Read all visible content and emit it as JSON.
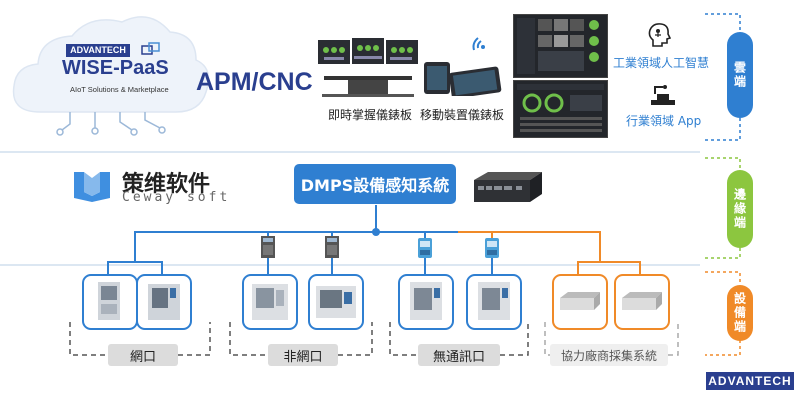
{
  "cloud": {
    "brand_top": "ADVANTECH",
    "brand_main": "WISE-PaaS",
    "brand_sub": "AIoT Solutions & Marketplace",
    "product": "APM/CNC",
    "dashboard_realtime": "即時掌握儀錶板",
    "dashboard_mobile": "移動裝置儀錶板",
    "industry_ai": "工業領域人工智慧",
    "industry_app": "行業領域 App"
  },
  "edge": {
    "company_cn": "策维软件",
    "company_en": "Ceway soft",
    "dmps": "DMPS設備感知系統"
  },
  "bottom_groups": [
    {
      "label": "網口"
    },
    {
      "label": "非網口"
    },
    {
      "label": "無通訊口"
    },
    {
      "label": "協力廠商採集系統"
    }
  ],
  "tiers": [
    {
      "label": "雲端",
      "color": "#2f7fd1"
    },
    {
      "label": "邊緣端",
      "color": "#8cc63f"
    },
    {
      "label": "設備端",
      "color": "#f08a28"
    }
  ],
  "footer_brand": "ADVANTECH",
  "colors": {
    "blue": "#2f7fd1",
    "green": "#8cc63f",
    "orange": "#f08a28",
    "dashed_line": "#9cb8d8"
  }
}
